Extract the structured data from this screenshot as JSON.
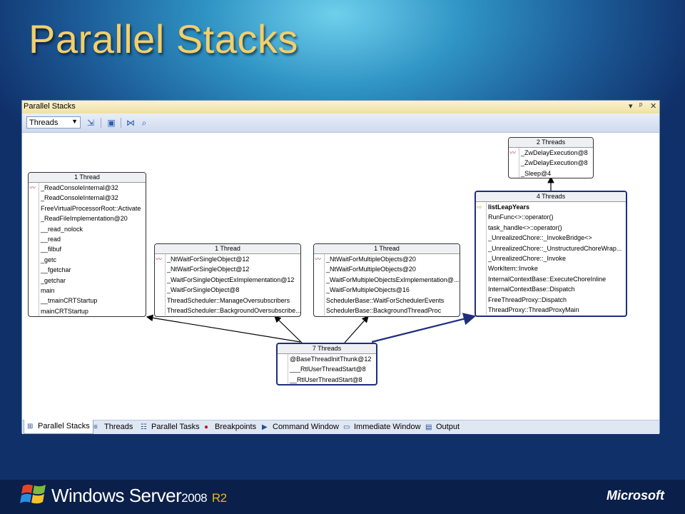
{
  "slide_title": "Parallel Stacks",
  "window": {
    "title": "Parallel Stacks",
    "controls": {
      "dropdown": "▾",
      "pin": "ᵖ",
      "close": "✕"
    }
  },
  "toolbar": {
    "view_select": "Threads",
    "icons": [
      "toggle-method-view-icon",
      "toggle-zoom-icon",
      "show-external-code-icon",
      "search-icon"
    ]
  },
  "nodes": {
    "a": {
      "header": "1 Thread",
      "rows": [
        "_ReadConsoleInternal@32",
        "_ReadConsoleInternal@32",
        "FreeVirtualProcessorRoot::Activate",
        "_ReadFileImplementation@20",
        "__read_nolock",
        "__read",
        "__filbuf",
        "_getc",
        "__fgetchar",
        "_getchar",
        "main",
        "__tmainCRTStartup",
        "mainCRTStartup"
      ]
    },
    "b": {
      "header": "1 Thread",
      "rows": [
        "_NtWaitForSingleObject@12",
        "_NtWaitForSingleObject@12",
        "_WaitForSingleObjectExImplementation@12",
        "_WaitForSingleObject@8",
        "ThreadScheduler::ManageOversubscribers",
        "ThreadScheduler::BackgroundOversubscribe..."
      ]
    },
    "c": {
      "header": "1 Thread",
      "rows": [
        "_NtWaitForMultipleObjects@20",
        "_NtWaitForMultipleObjects@20",
        "_WaitForMultipleObjectsExImplementation@...",
        "_WaitForMultipleObjects@16",
        "SchedulerBase::WaitForSchedulerEvents",
        "SchedulerBase::BackgroundThreadProc"
      ]
    },
    "d": {
      "header": "2 Threads",
      "rows": [
        "_ZwDelayExecution@8",
        "_ZwDelayExecution@8",
        "_Sleep@4"
      ]
    },
    "e": {
      "header": "4 Threads",
      "rows": [
        "listLeapYears",
        "RunFunc<>::operator()",
        "task_handle<>::operator()",
        "_UnrealizedChore::_InvokeBridge<>",
        "_UnrealizedChore::_UnstructuredChoreWrap...",
        "_UnrealizedChore::_Invoke",
        "WorkItem::Invoke",
        "InternalContextBase::ExecuteChoreInline",
        "InternalContextBase::Dispatch",
        "FreeThreadProxy::Dispatch",
        "ThreadProxy::ThreadProxyMain"
      ]
    },
    "f": {
      "header": "7 Threads",
      "rows": [
        "@BaseThreadInitThunk@12",
        "___RtlUserThreadStart@8",
        "__RtlUserThreadStart@8"
      ]
    }
  },
  "tabs": [
    {
      "label": "Parallel Stacks",
      "icon": "parallel-stacks-icon",
      "active": true
    },
    {
      "label": "Threads",
      "icon": "threads-icon"
    },
    {
      "label": "Parallel Tasks",
      "icon": "parallel-tasks-icon"
    },
    {
      "label": "Breakpoints",
      "icon": "breakpoints-icon"
    },
    {
      "label": "Command Window",
      "icon": "command-window-icon"
    },
    {
      "label": "Immediate Window",
      "icon": "immediate-window-icon"
    },
    {
      "label": "Output",
      "icon": "output-icon"
    }
  ],
  "footer": {
    "product": "Windows Server",
    "version": "2008",
    "release": "R2",
    "vendor": "Microsoft"
  }
}
